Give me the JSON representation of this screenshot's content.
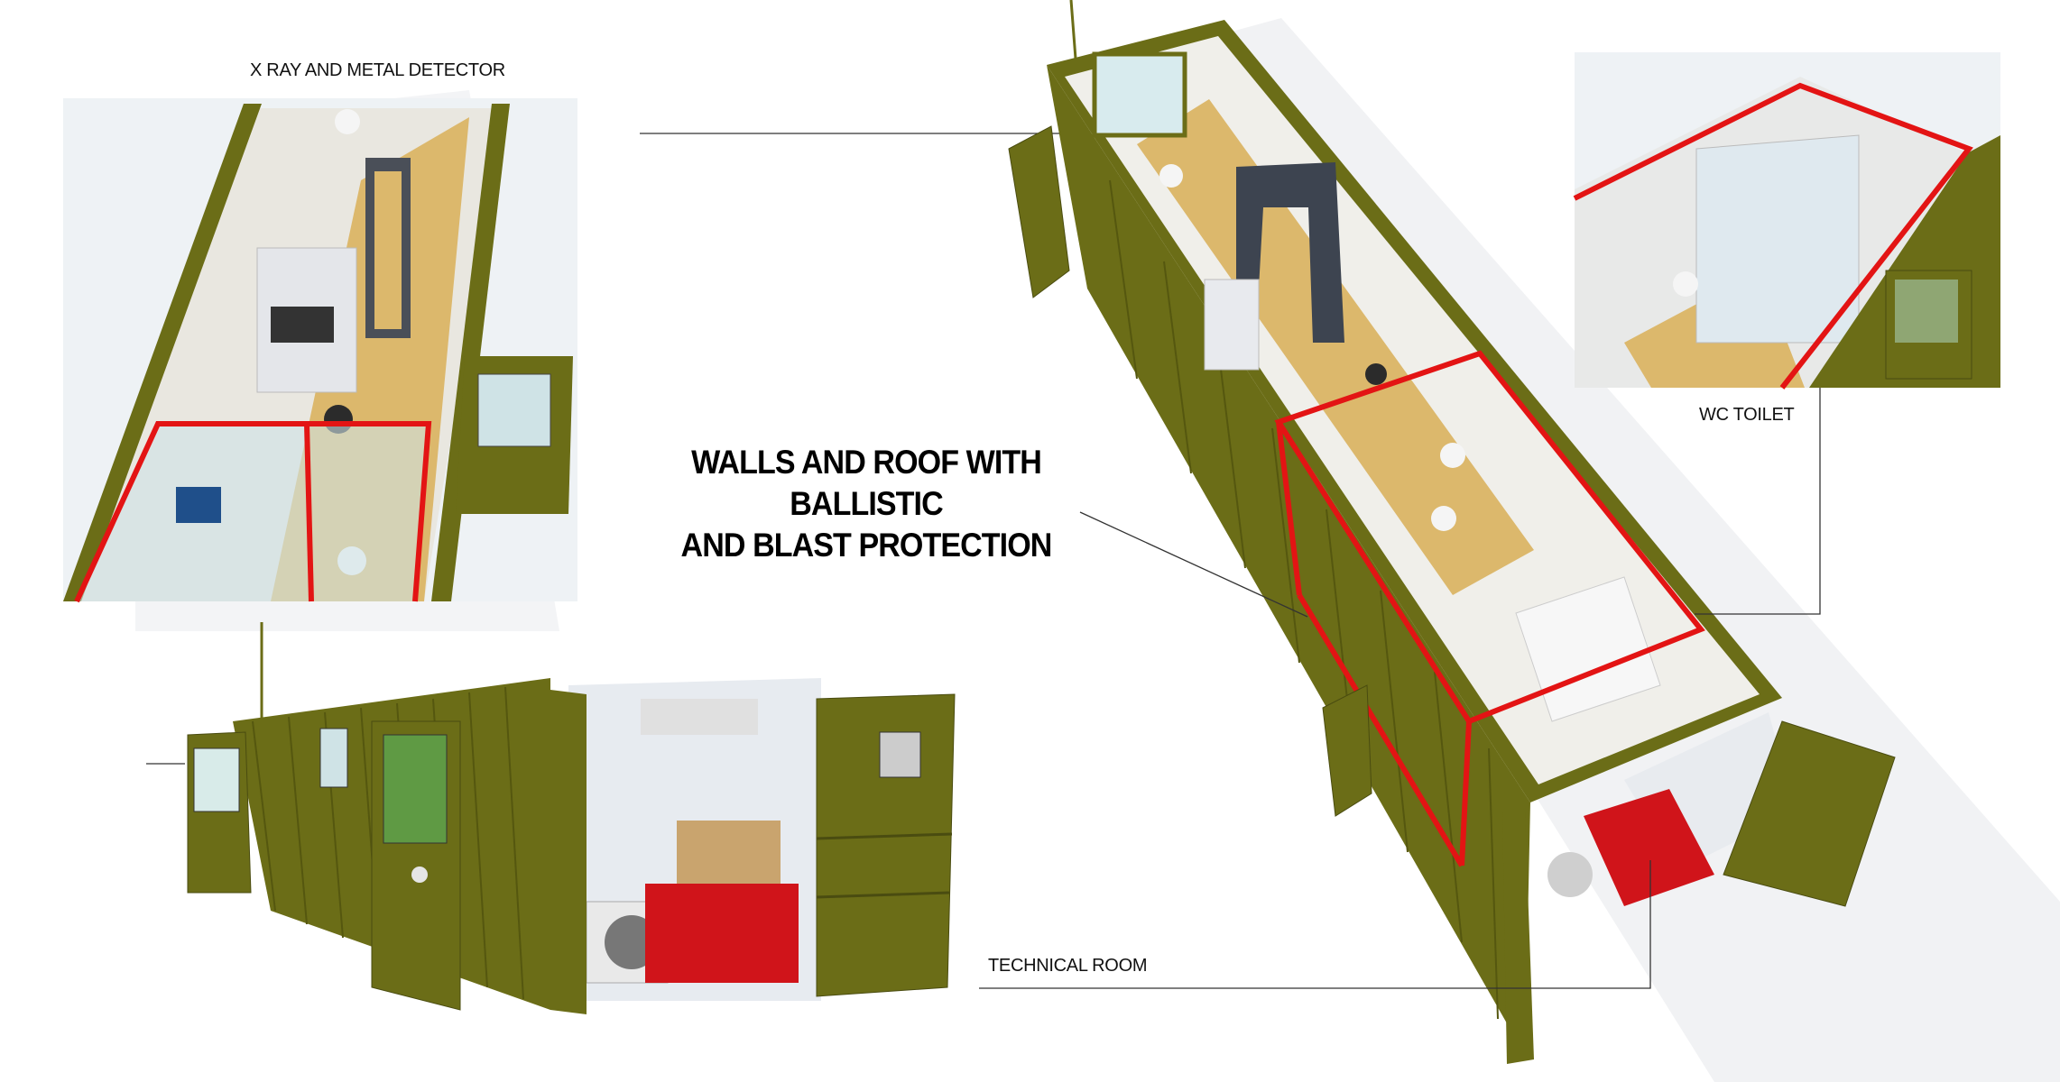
{
  "labels": {
    "xray": "X RAY AND METAL DETECTOR",
    "headline_line1": "WALLS AND ROOF WITH BALLISTIC",
    "headline_line2": "AND BLAST PROTECTION",
    "wc": "WC TOILET",
    "technical": "TECHNICAL ROOM"
  },
  "colors": {
    "container_olive": "#6b6d17",
    "protection_red": "#e31414",
    "floor": "#dcb86c",
    "generator_red": "#d0141a"
  }
}
